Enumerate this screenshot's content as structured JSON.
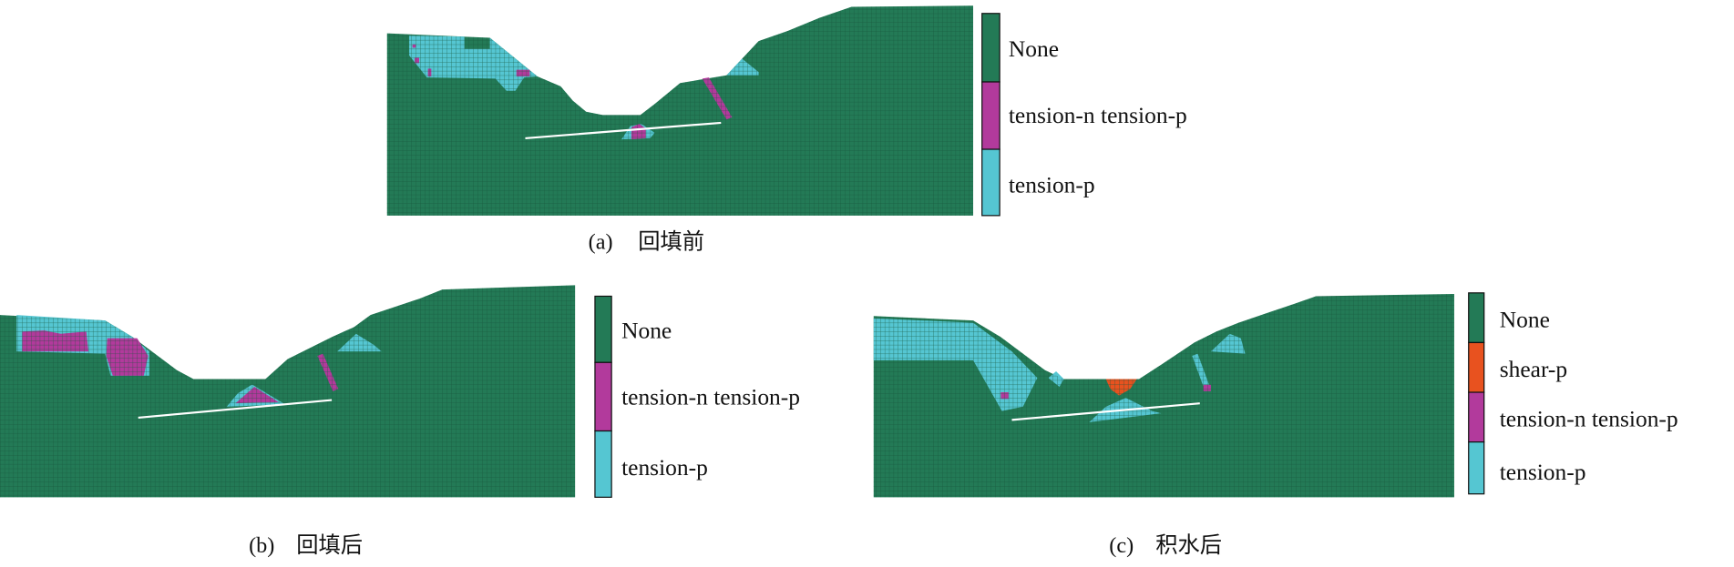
{
  "colors": {
    "none": "#237a56",
    "mesh_line": "#16543a",
    "shear_p": "#e8521f",
    "tension_n_tension_p": "#b23a9c",
    "tension_p": "#55c6d2",
    "fault_line": "#ffffff"
  },
  "panels": [
    {
      "caption_label": "(a)",
      "caption_text": "回填前",
      "legend": [
        "None",
        "tension-n tension-p",
        "tension-p"
      ]
    },
    {
      "caption_label": "(b)",
      "caption_text": "回填后",
      "legend": [
        "None",
        "tension-n tension-p",
        "tension-p"
      ]
    },
    {
      "caption_label": "(c)",
      "caption_text": "积水后",
      "legend": [
        "None",
        "shear-p",
        "tension-n tension-p",
        "tension-p"
      ]
    }
  ]
}
